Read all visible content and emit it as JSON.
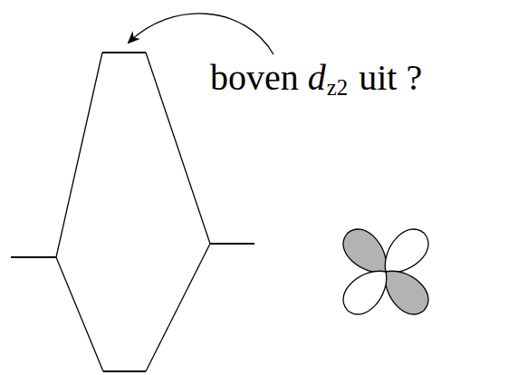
{
  "diagram": {
    "labels": [
      "boven",
      "d",
      "z2",
      "uit ?"
    ]
  }
}
